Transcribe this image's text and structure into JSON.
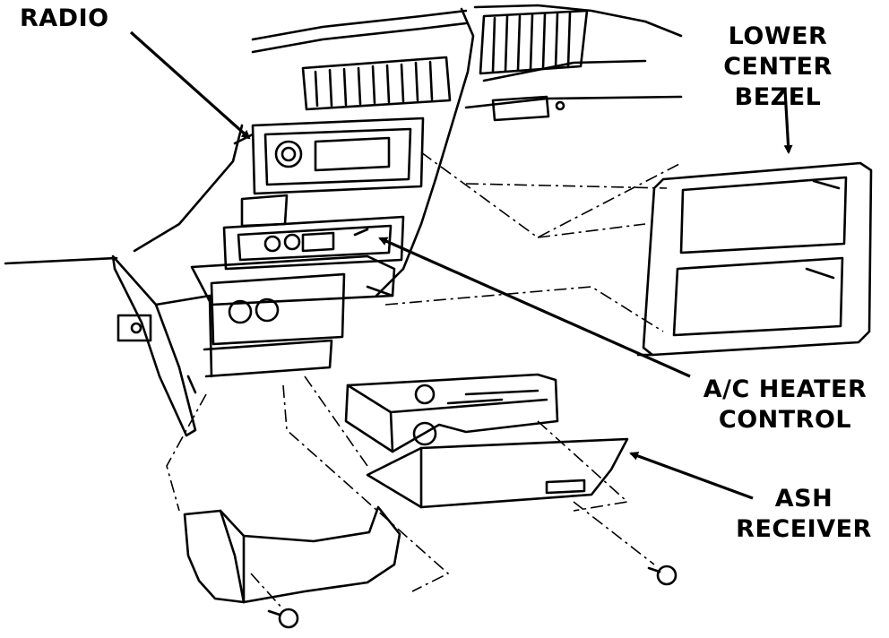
{
  "labels": {
    "radio": "RADIO",
    "bezel_line1": "LOWER CENTER",
    "bezel_line2": "BEZEL",
    "ac_line1": "A/C HEATER",
    "ac_line2": "CONTROL",
    "ash_line1": "ASH",
    "ash_line2": "RECEIVER"
  },
  "colors": {
    "ink": "#000000",
    "paper": "#ffffff"
  }
}
